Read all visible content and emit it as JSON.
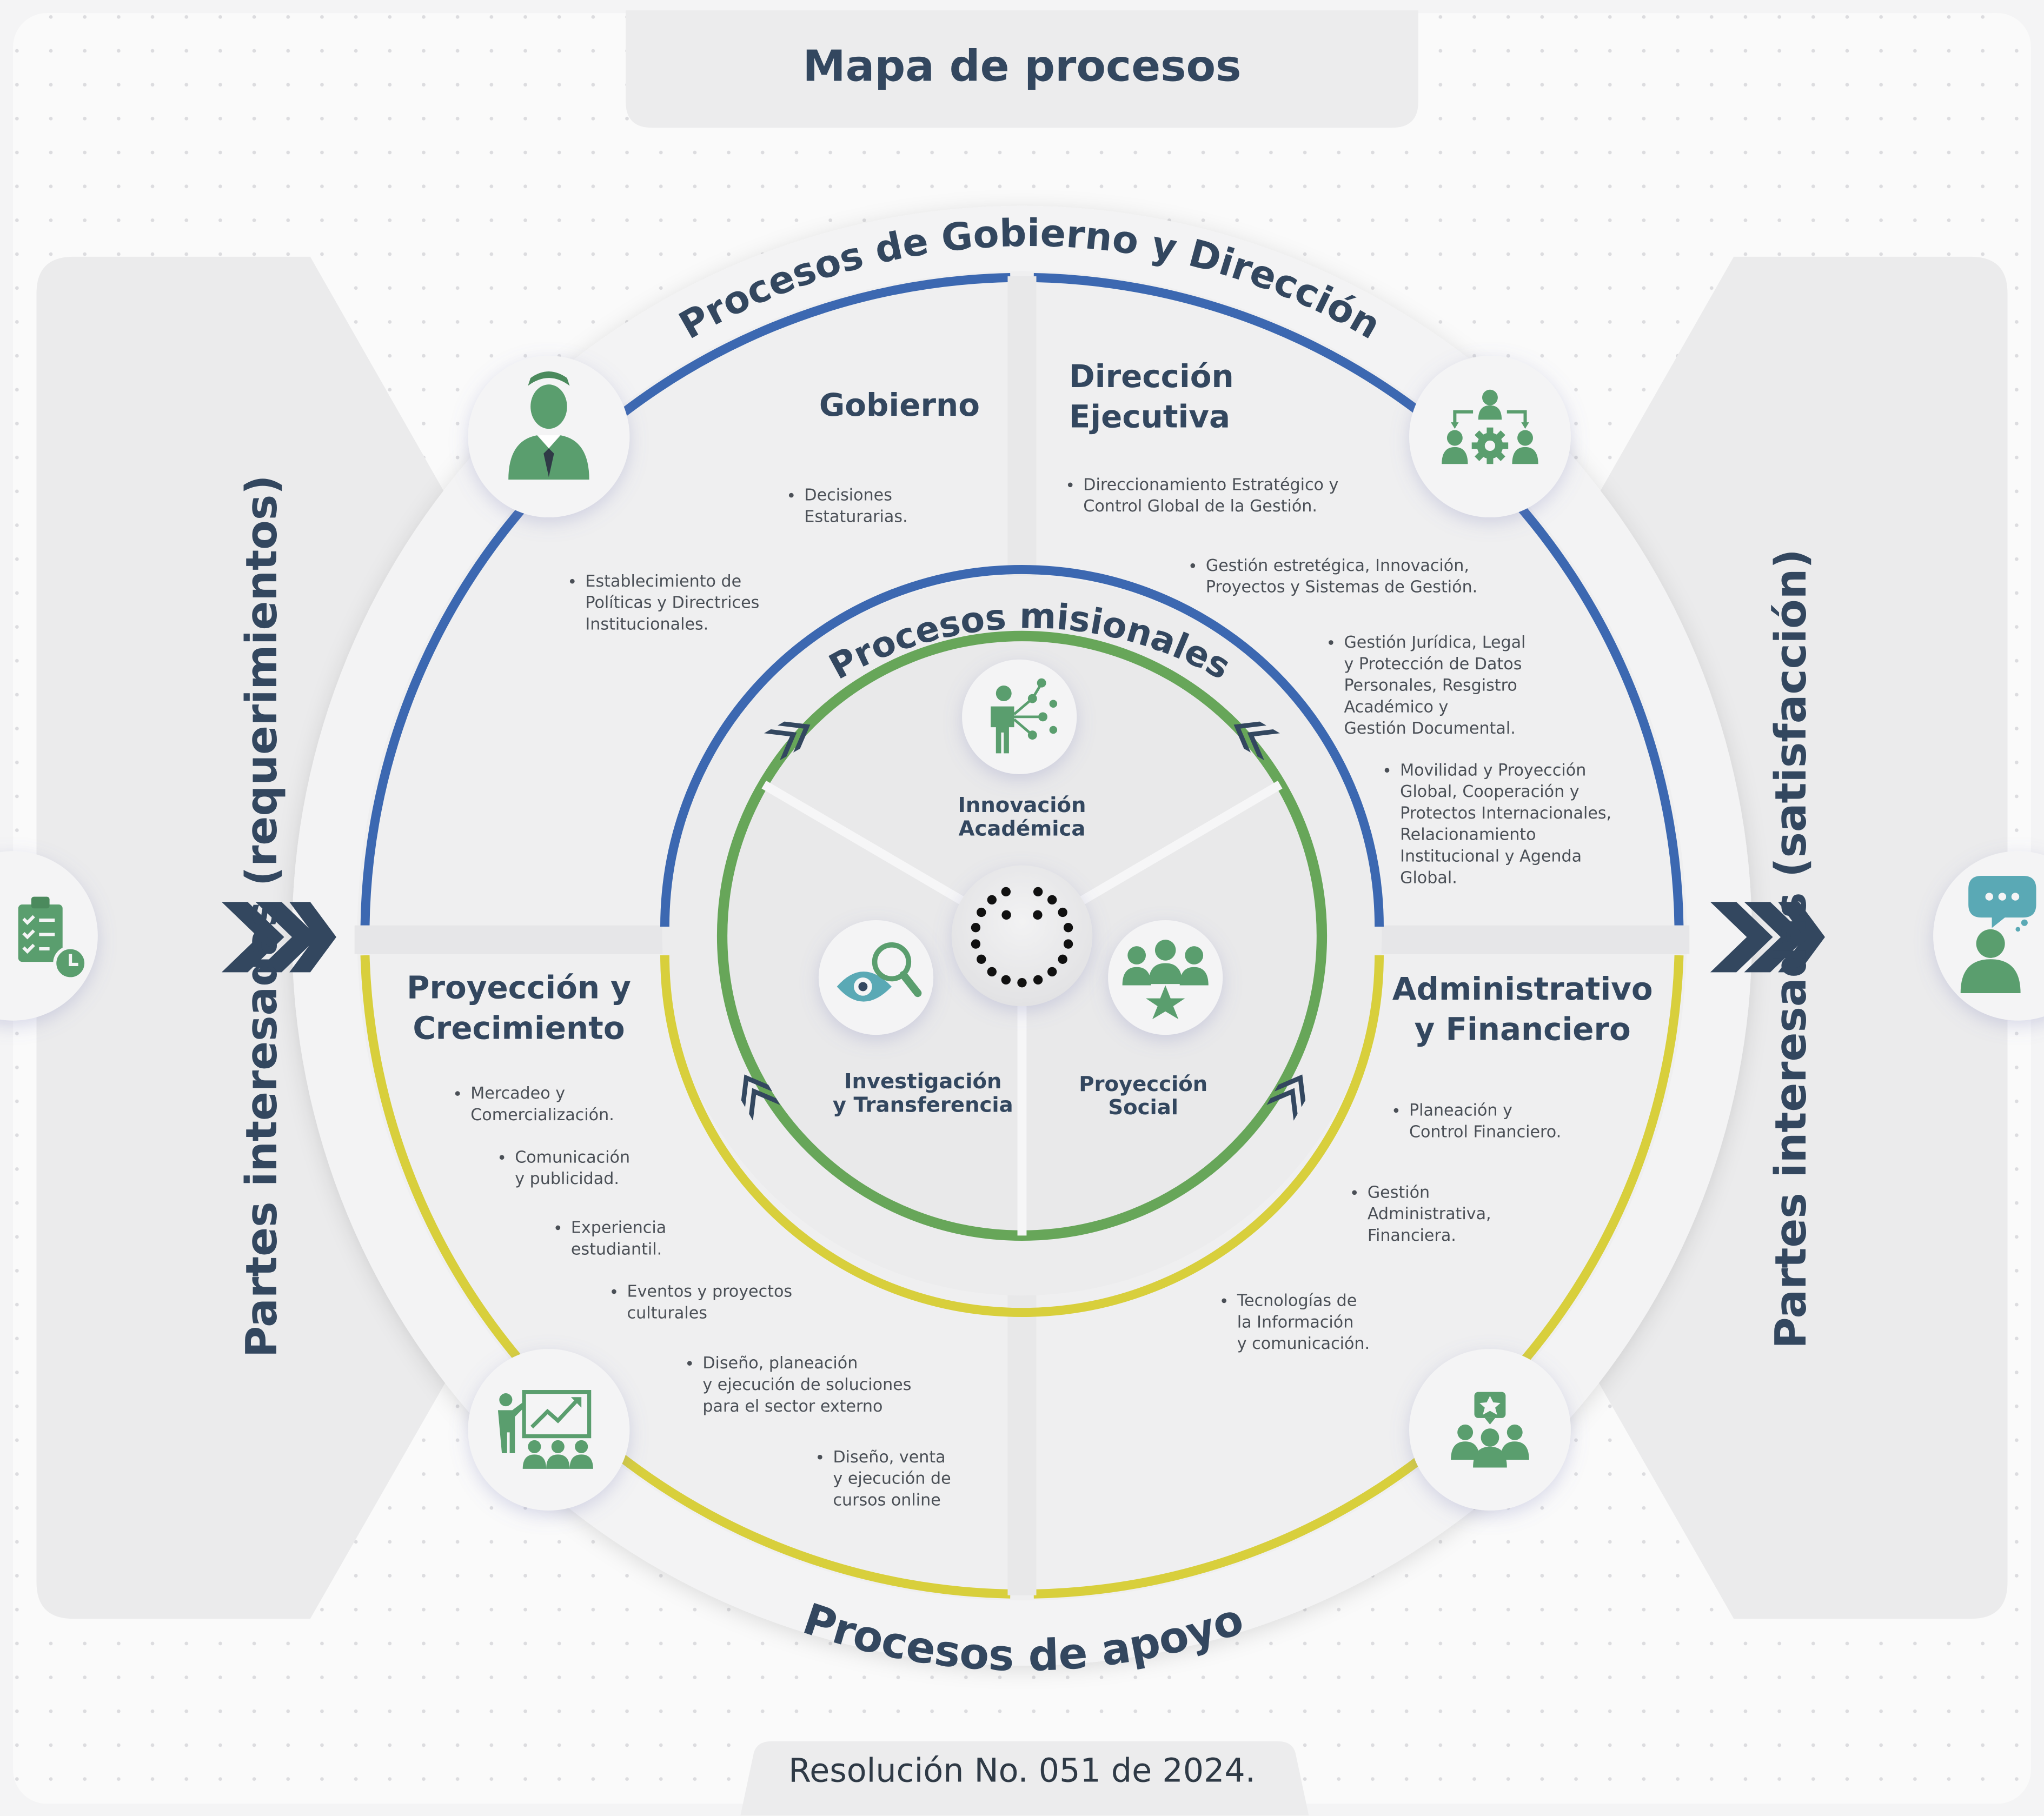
{
  "title": "Mapa de procesos",
  "left_label": "Partes interesadas (requerimientos)",
  "right_label": "Partes interesadas (satisfacción)",
  "resolution": "Resolución No. 051 de 2024.",
  "colors": {
    "governance_blue": "#3c68b1",
    "missional_green": "#67a659",
    "support_yellow": "#d8cf3c",
    "icon_green": "#5a9e6e",
    "heading_navy": "#33475f",
    "chat_teal": "#5aa9b5"
  },
  "rings": {
    "governance": "Procesos de Gobierno y Dirección",
    "missional": "Procesos misionales",
    "support": "Procesos de apoyo"
  },
  "quadrants": {
    "gobierno": {
      "title": [
        "Gobierno"
      ],
      "items": [
        [
          "Decisiones",
          "Estaturarias."
        ],
        [
          "Establecimiento de",
          "Políticas y Directrices",
          "Institucionales."
        ]
      ]
    },
    "direccion": {
      "title": [
        "Dirección",
        "Ejecutiva"
      ],
      "items": [
        [
          "Direccionamiento Estratégico y",
          "Control Global de la Gestión."
        ],
        [
          "Gestión estretégica, Innovación,",
          "Proyectos y Sistemas de Gestión."
        ],
        [
          "Gestión Jurídica, Legal",
          "y Protección de Datos",
          "Personales, Resgistro",
          "Académico y",
          "Gestión Documental."
        ],
        [
          "Movilidad y Proyección",
          "Global, Cooperación y",
          "Protectos Internacionales,",
          "Relacionamiento",
          "Institucional y Agenda",
          "Global."
        ]
      ]
    },
    "proyeccion": {
      "title": [
        "Proyección y",
        "Crecimiento"
      ],
      "items": [
        [
          "Mercadeo y",
          "Comercialización."
        ],
        [
          "Comunicación",
          "y publicidad."
        ],
        [
          "Experiencia",
          "estudiantil."
        ],
        [
          "Eventos y proyectos",
          "culturales"
        ],
        [
          "Diseño, planeación",
          "y ejecución de soluciones",
          "para el sector externo"
        ],
        [
          "Diseño, venta",
          "y ejecución de",
          "cursos online"
        ]
      ]
    },
    "administrativo": {
      "title": [
        "Administrativo",
        "y Financiero"
      ],
      "items": [
        [
          "Planeación y",
          "Control Financiero."
        ],
        [
          "Gestión",
          "Administrativa,",
          "Financiera."
        ],
        [
          "Tecnologías de",
          "la Información",
          "y comunicación."
        ]
      ]
    }
  },
  "missional": {
    "innovacion": [
      "Innovación",
      "Académica"
    ],
    "investigacion": [
      "Investigación",
      "y Transferencia"
    ],
    "social": [
      "Proyección",
      "Social"
    ]
  },
  "icons": {
    "gobierno": "businessman-icon",
    "direccion": "team-gear-icon",
    "proyeccion": "presentation-chart-icon",
    "administrativo": "team-star-icon",
    "innovacion": "person-network-icon",
    "investigacion": "eye-magnifier-icon",
    "social": "group-star-icon",
    "left": "clipboard-clock-icon",
    "right": "user-chat-icon",
    "center": "dotted-logo-icon"
  }
}
